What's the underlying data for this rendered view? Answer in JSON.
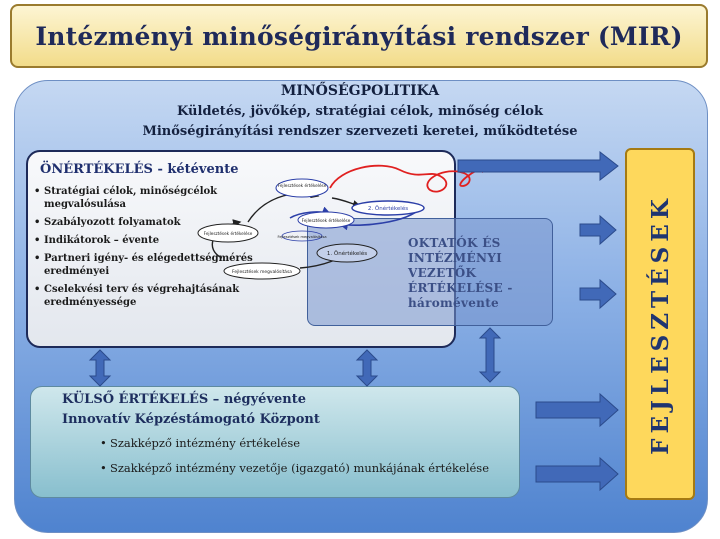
{
  "title": "Intézményi minőségirányítási rendszer (MIR)",
  "policy": {
    "title": "MINŐSÉGPOLITIKA",
    "line1": "Küldetés, jövőkép, stratégiai célok, minőség célok",
    "line2": "Minőségirányítási  rendszer szervezeti keretei, működtetése"
  },
  "self_assessment": {
    "title": "ÖNÉRTÉKELÉS  - kétévente",
    "items": [
      "Stratégiai célok, minőségcélok megvalósulása",
      "Szabályozott  folyamatok",
      "Indikátorok – évente",
      "Partneri igény- és elégedettségmérés eredményei",
      "Cselekvési terv és végrehajtásának  eredményessége"
    ]
  },
  "cycle": {
    "node1": "Fejlesztések értékelése",
    "node2": "Fejlesztések értékelése",
    "node3": "Fejlesztések értékelése",
    "node4": "Fejlesztések megvalósítása",
    "node5": "Fejlesztések megvalósítása",
    "step1": "1. Önértékelés",
    "step2": "2. Önértékelés"
  },
  "teacher_eval": {
    "text": "OKTATÓK ÉS INTÉZMÉNYI VEZETŐK ÉRTÉKELÉSE - háromévente"
  },
  "external": {
    "title": "KÜLSŐ ÉRTÉKELÉS – négyévente",
    "subtitle": "Innovatív  Képzéstámogató Központ",
    "items": [
      "Szakképző intézmény értékelése",
      "Szakképző intézmény vezetője (igazgató) munkájának értékelése"
    ]
  },
  "development": {
    "label": "FEJLESZTÉSEK"
  },
  "colors": {
    "arrow_fill": "#4169b8",
    "arrow_stroke": "#2b4b8c",
    "cycle_red": "#e02020",
    "cycle_blue": "#2c3fa8",
    "title_text": "#1f2a5a"
  }
}
